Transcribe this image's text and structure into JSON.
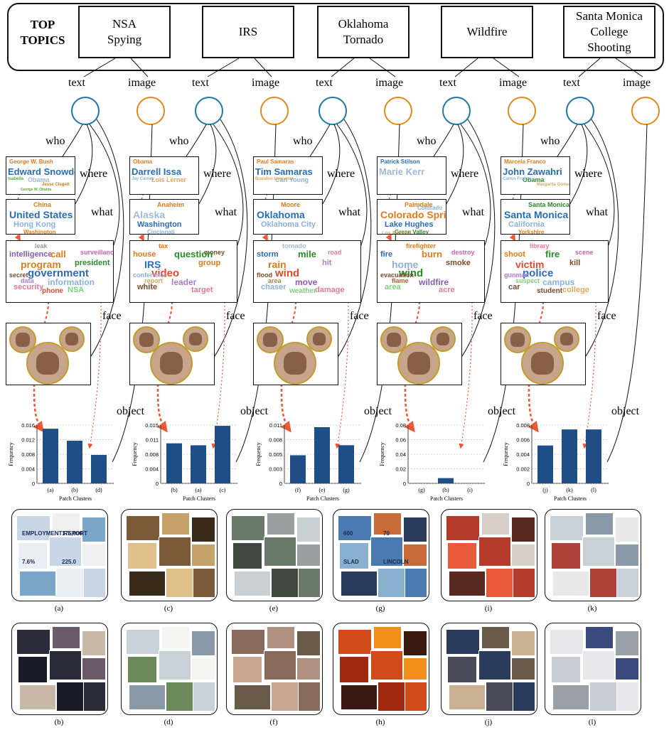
{
  "header": {
    "title": "TOP\nTOPICS"
  },
  "node_labels": {
    "text": "text",
    "image": "image",
    "who": "who",
    "where": "where",
    "what": "what",
    "face": "face",
    "object": "object"
  },
  "colors": {
    "text_node": "#1f77a5",
    "image_node": "#e08a1a",
    "bar": "#1f4e86",
    "arrow": "#ee5533",
    "face_ring": "#c49a2a"
  },
  "chart_common": {
    "ylabel": "Frequency",
    "xlabel": "Patch Clusters"
  },
  "topics": [
    {
      "name": "NSA\nSpying",
      "who": [
        {
          "t": "George W. Bush",
          "c": "#e07b1a"
        },
        {
          "t": "Edward Snowden",
          "c": "#2a6db5"
        },
        {
          "t": "Obama",
          "c": "#9fb9d9"
        },
        {
          "t": "Isabella",
          "c": "#5caa3a"
        },
        {
          "t": "Jesse Clagett",
          "c": "#e07b1a"
        },
        {
          "t": "George W. Obama",
          "c": "#5caa3a"
        }
      ],
      "where": [
        {
          "t": "China",
          "c": "#e07b1a"
        },
        {
          "t": "United States",
          "c": "#2a6db5"
        },
        {
          "t": "Hong Kong",
          "c": "#8ab0dc"
        },
        {
          "t": "Washington",
          "c": "#e07b1a"
        }
      ],
      "what": [
        {
          "t": "leak",
          "c": "#999"
        },
        {
          "t": "surveillance",
          "c": "#d25fb5"
        },
        {
          "t": "intelligence",
          "c": "#8b5ab5"
        },
        {
          "t": "call",
          "c": "#e07b1a"
        },
        {
          "t": "president",
          "c": "#2a8a2a"
        },
        {
          "t": "program",
          "c": "#e07b1a"
        },
        {
          "t": "government",
          "c": "#2a6db5"
        },
        {
          "t": "secret",
          "c": "#7a4a2a"
        },
        {
          "t": "data",
          "c": "#b07ad0"
        },
        {
          "t": "information",
          "c": "#8ab0dc"
        },
        {
          "t": "security",
          "c": "#e07b9a"
        },
        {
          "t": "NSA",
          "c": "#7ed07e"
        },
        {
          "t": "phone",
          "c": "#e24a2a"
        }
      ],
      "chart": {
        "type": "bar",
        "categories": [
          "(a)",
          "(b)",
          "(d)"
        ],
        "values": [
          0.015,
          0.0117,
          0.0078
        ],
        "ylim": [
          0,
          0.016
        ],
        "yticks": [
          "0.016",
          "0.012",
          "0.008",
          "0.004",
          "0"
        ]
      },
      "collages": [
        "(a)",
        "(b)"
      ]
    },
    {
      "name": "IRS",
      "who": [
        {
          "t": "Obama",
          "c": "#e07b1a"
        },
        {
          "t": "Darrell Issa",
          "c": "#2a6db5"
        },
        {
          "t": "Lois Lerner",
          "c": "#e0a85a"
        },
        {
          "t": "Jay Carney",
          "c": "#8ab0dc"
        }
      ],
      "where": [
        {
          "t": "Anaheim",
          "c": "#e07b1a"
        },
        {
          "t": "Alaska",
          "c": "#9fb9d9"
        },
        {
          "t": "Washington",
          "c": "#2a6db5"
        },
        {
          "t": "Cincinnati",
          "c": "#8ab0dc"
        }
      ],
      "what": [
        {
          "t": "tax",
          "c": "#e07b1a"
        },
        {
          "t": "money",
          "c": "#7a4a2a"
        },
        {
          "t": "house",
          "c": "#e07b1a"
        },
        {
          "t": "question",
          "c": "#2a8a2a"
        },
        {
          "t": "group",
          "c": "#e07b1a"
        },
        {
          "t": "IRS",
          "c": "#2a6db5"
        },
        {
          "t": "video",
          "c": "#e24a2a"
        },
        {
          "t": "conference",
          "c": "#8ab0dc"
        },
        {
          "t": "report",
          "c": "#e0a85a"
        },
        {
          "t": "leader",
          "c": "#b07ad0"
        },
        {
          "t": "white",
          "c": "#7a4a2a"
        },
        {
          "t": "target",
          "c": "#e07b9a"
        }
      ],
      "chart": {
        "type": "bar",
        "categories": [
          "(b)",
          "(a)",
          "(c)"
        ],
        "values": [
          0.0103,
          0.0098,
          0.0148
        ],
        "ylim": [
          0,
          0.015
        ],
        "yticks": [
          "0.015",
          "0.011",
          "0.008",
          "0.004",
          "0"
        ]
      },
      "collages": [
        "(c)",
        "(d)"
      ]
    },
    {
      "name": "Oklahoma\nTornado",
      "who": [
        {
          "t": "Paul Samaras",
          "c": "#e07b1a"
        },
        {
          "t": "Tim Samaras",
          "c": "#2a6db5"
        },
        {
          "t": "Carl Young",
          "c": "#8ab0dc"
        },
        {
          "t": "Brandon Lawrence",
          "c": "#e0a85a"
        }
      ],
      "where": [
        {
          "t": "Moore",
          "c": "#e07b1a"
        },
        {
          "t": "Oklahoma",
          "c": "#2a6db5"
        },
        {
          "t": "Oklahoma City",
          "c": "#8ab0dc"
        }
      ],
      "what": [
        {
          "t": "tornado",
          "c": "#9fb9d9"
        },
        {
          "t": "road",
          "c": "#e07b9a"
        },
        {
          "t": "storm",
          "c": "#2a6db5"
        },
        {
          "t": "mile",
          "c": "#2a8a2a"
        },
        {
          "t": "hit",
          "c": "#b07ad0"
        },
        {
          "t": "rain",
          "c": "#e07b1a"
        },
        {
          "t": "wind",
          "c": "#e24a2a"
        },
        {
          "t": "flood",
          "c": "#7a4a2a"
        },
        {
          "t": "area",
          "c": "#e07b1a"
        },
        {
          "t": "move",
          "c": "#8b5ab5"
        },
        {
          "t": "chaser",
          "c": "#8ab0dc"
        },
        {
          "t": "damage",
          "c": "#e07b9a"
        },
        {
          "t": "weather",
          "c": "#7ed07e"
        }
      ],
      "chart": {
        "type": "bar",
        "categories": [
          "(f)",
          "(e)",
          "(g)"
        ],
        "values": [
          0.0053,
          0.0106,
          0.0072
        ],
        "ylim": [
          0,
          0.011
        ],
        "yticks": [
          "0.011",
          "0.008",
          "0.005",
          "0.003",
          "0"
        ]
      },
      "collages": [
        "(e)",
        "(f)"
      ]
    },
    {
      "name": "Wildfire",
      "who": [
        {
          "t": "Patrick Stilson",
          "c": "#2a6db5"
        },
        {
          "t": "Marie Kerr",
          "c": "#9fb9d9"
        }
      ],
      "where": [
        {
          "t": "Palmdale",
          "c": "#e07b1a"
        },
        {
          "t": "Colorado Springs",
          "c": "#e07b1a"
        },
        {
          "t": "Lake Hughes",
          "c": "#2a6db5"
        },
        {
          "t": "Green Valley",
          "c": "#2a8a2a"
        },
        {
          "t": "Colorado",
          "c": "#8ab0dc"
        },
        {
          "t": "Los Angeles",
          "c": "#e0a85a"
        }
      ],
      "what": [
        {
          "t": "firefighter",
          "c": "#e07b1a"
        },
        {
          "t": "destroy",
          "c": "#d25fb5"
        },
        {
          "t": "fire",
          "c": "#2a6db5"
        },
        {
          "t": "burn",
          "c": "#e07b1a"
        },
        {
          "t": "smoke",
          "c": "#7a4a2a"
        },
        {
          "t": "home",
          "c": "#8ab0dc"
        },
        {
          "t": "wind",
          "c": "#2a8a2a"
        },
        {
          "t": "evacuation",
          "c": "#7a4a2a"
        },
        {
          "t": "flame",
          "c": "#e24a2a"
        },
        {
          "t": "wildfire",
          "c": "#8b5ab5"
        },
        {
          "t": "area",
          "c": "#7ed07e"
        },
        {
          "t": "acre",
          "c": "#e07b9a"
        }
      ],
      "chart": {
        "type": "bar",
        "categories": [
          "(g)",
          "(h)",
          "(i)"
        ],
        "values": [
          0.0004,
          0.0072,
          0.0002
        ],
        "ylim": [
          0,
          0.08
        ],
        "yticks": [
          "0.08",
          "0.06",
          "0.04",
          "0.02",
          "0"
        ]
      },
      "collages": [
        "(g)",
        "(h)"
      ]
    },
    {
      "name": "Santa Monica\nCollege\nShooting",
      "who": [
        {
          "t": "Marcela Franco",
          "c": "#e07b1a"
        },
        {
          "t": "John Zawahri",
          "c": "#2a6db5"
        },
        {
          "t": "Obama",
          "c": "#2a8a2a"
        },
        {
          "t": "Carlos Franco",
          "c": "#8ab0dc"
        },
        {
          "t": "Margarita Gomez",
          "c": "#e0a85a"
        }
      ],
      "where": [
        {
          "t": "Santa Monica College",
          "c": "#2a8a2a"
        },
        {
          "t": "Santa Monica",
          "c": "#2a6db5"
        },
        {
          "t": "California",
          "c": "#8ab0dc"
        },
        {
          "t": "Yorkshire",
          "c": "#e07b1a"
        }
      ],
      "what": [
        {
          "t": "library",
          "c": "#e07b9a"
        },
        {
          "t": "scene",
          "c": "#d25fb5"
        },
        {
          "t": "shoot",
          "c": "#e07b1a"
        },
        {
          "t": "fire",
          "c": "#2a8a2a"
        },
        {
          "t": "kill",
          "c": "#7a4a2a"
        },
        {
          "t": "victim",
          "c": "#e24a2a"
        },
        {
          "t": "police",
          "c": "#2a6db5"
        },
        {
          "t": "gunman",
          "c": "#b07ad0"
        },
        {
          "t": "suspect",
          "c": "#7ed07e"
        },
        {
          "t": "campus",
          "c": "#8ab0dc"
        },
        {
          "t": "car",
          "c": "#7a4a2a"
        },
        {
          "t": "college",
          "c": "#e0a85a"
        },
        {
          "t": "student",
          "c": "#7a4a2a"
        }
      ],
      "chart": {
        "type": "bar",
        "categories": [
          "(j)",
          "(k)",
          "(l)"
        ],
        "values": [
          0.0052,
          0.0074,
          0.0074
        ],
        "ylim": [
          0,
          0.008
        ],
        "yticks": [
          "0.008",
          "0.006",
          "0.004",
          "0.002",
          "0"
        ]
      },
      "collages": [
        "(i)",
        "(j)"
      ]
    }
  ],
  "collage_rows": [
    [
      "(a)",
      "(c)",
      "(e)",
      "(g)",
      "(i)",
      "(k)"
    ],
    [
      "(b)",
      "(d)",
      "(f)",
      "(h)",
      "(j)",
      "(l)"
    ]
  ],
  "collage_notes": {
    "(a)": [
      "EMPLOYMENT REPORT",
      "175,000",
      "7.6%",
      "225.0"
    ],
    "(g)": [
      "600",
      "70",
      "SLAD",
      "LINCOLN"
    ]
  }
}
